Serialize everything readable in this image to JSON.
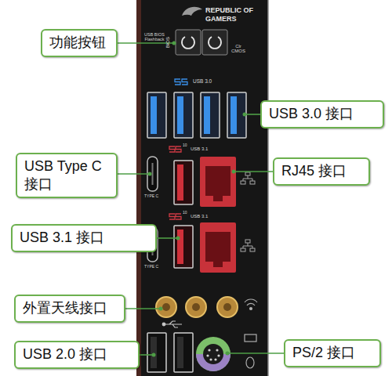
{
  "diagram": {
    "nodes": [
      {
        "text": [
          "功能按钮"
        ]
      },
      {
        "text": [
          "USB 3.0 接口"
        ]
      },
      {
        "text": [
          "USB Type C 接口"
        ]
      },
      {
        "text": [
          "RJ45 接口"
        ]
      },
      {
        "text": [
          "USB 3.1 接口"
        ]
      },
      {
        "text": [
          "外置天线接口"
        ]
      },
      {
        "text": [
          "USB 2.0 接口"
        ]
      },
      {
        "text": [
          "PS/2 接口"
        ]
      }
    ],
    "labels": [
      "REPUBLIC OF",
      "GAMERS",
      "USB BIOS Flashback",
      "BIOS",
      "Clr CMOS",
      "USB 3.0",
      "10",
      "USB 3.1",
      "TYPE C",
      "10",
      "USB 3.1",
      "TYPE C"
    ]
  }
}
